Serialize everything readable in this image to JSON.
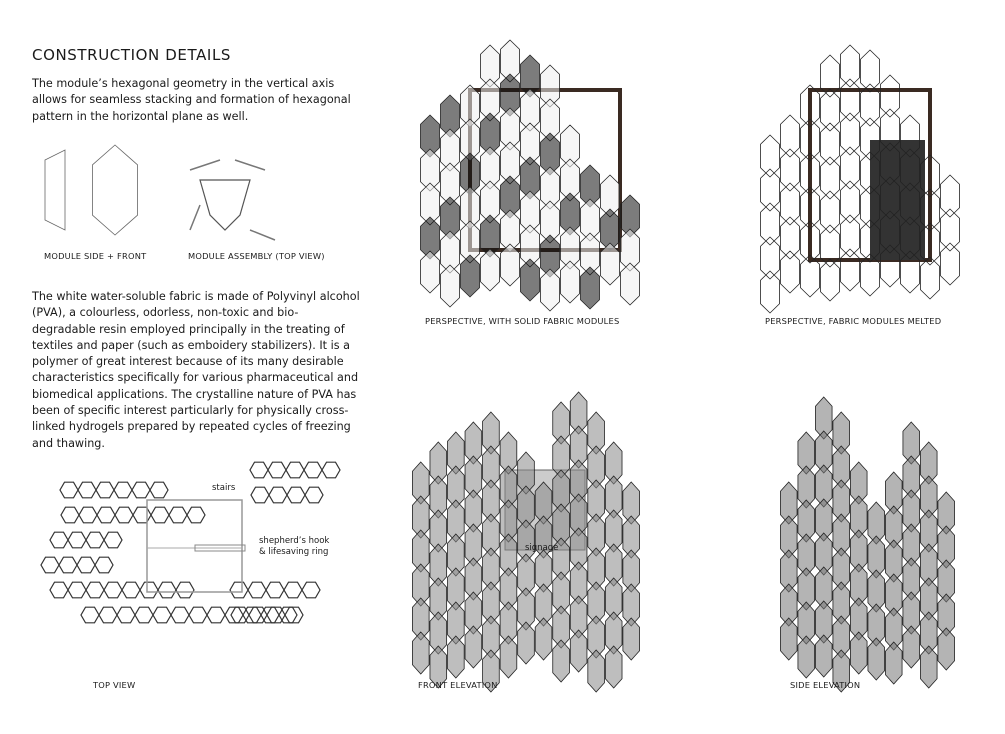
{
  "title": "CONSTRUCTION DETAILS",
  "intro": "The module’s hexagonal geometry in the vertical axis allows for seamless stacking and formation of hexagonal pattern in the horizontal plane as well.",
  "body": "The white water-soluble fabric is made of Polyvinyl alcohol (PVA), a colourless, odorless, non-toxic and bio-degradable resin employed principally in the treating of textiles and paper (such as emboidery stabilizers). It is a polymer of great interest because of its many desirable characteristics specifically for various pharmaceutical and biomedical applications. The crystalline nature of PVA has been of specific interest particularly for physically cross- linked hydrogels prepared by repeated cycles of freezing and thawing.",
  "captions": {
    "module_side_front": "MODULE SIDE + FRONT",
    "module_assembly": "MODULE ASSEMBLY (TOP VIEW)",
    "perspective_solid": "PERSPECTIVE, WITH SOLID FABRIC MODULES",
    "perspective_melted": "PERSPECTIVE, FABRIC MODULES MELTED",
    "top_view": "TOP VIEW",
    "front_elevation": "FRONT ELEVATION",
    "side_elevation": "SIDE ELEVATION"
  },
  "labels": {
    "stairs": "stairs",
    "hook_line1": "shepherd’s hook",
    "hook_line2": "& lifesaving ring",
    "signage": "signage"
  }
}
